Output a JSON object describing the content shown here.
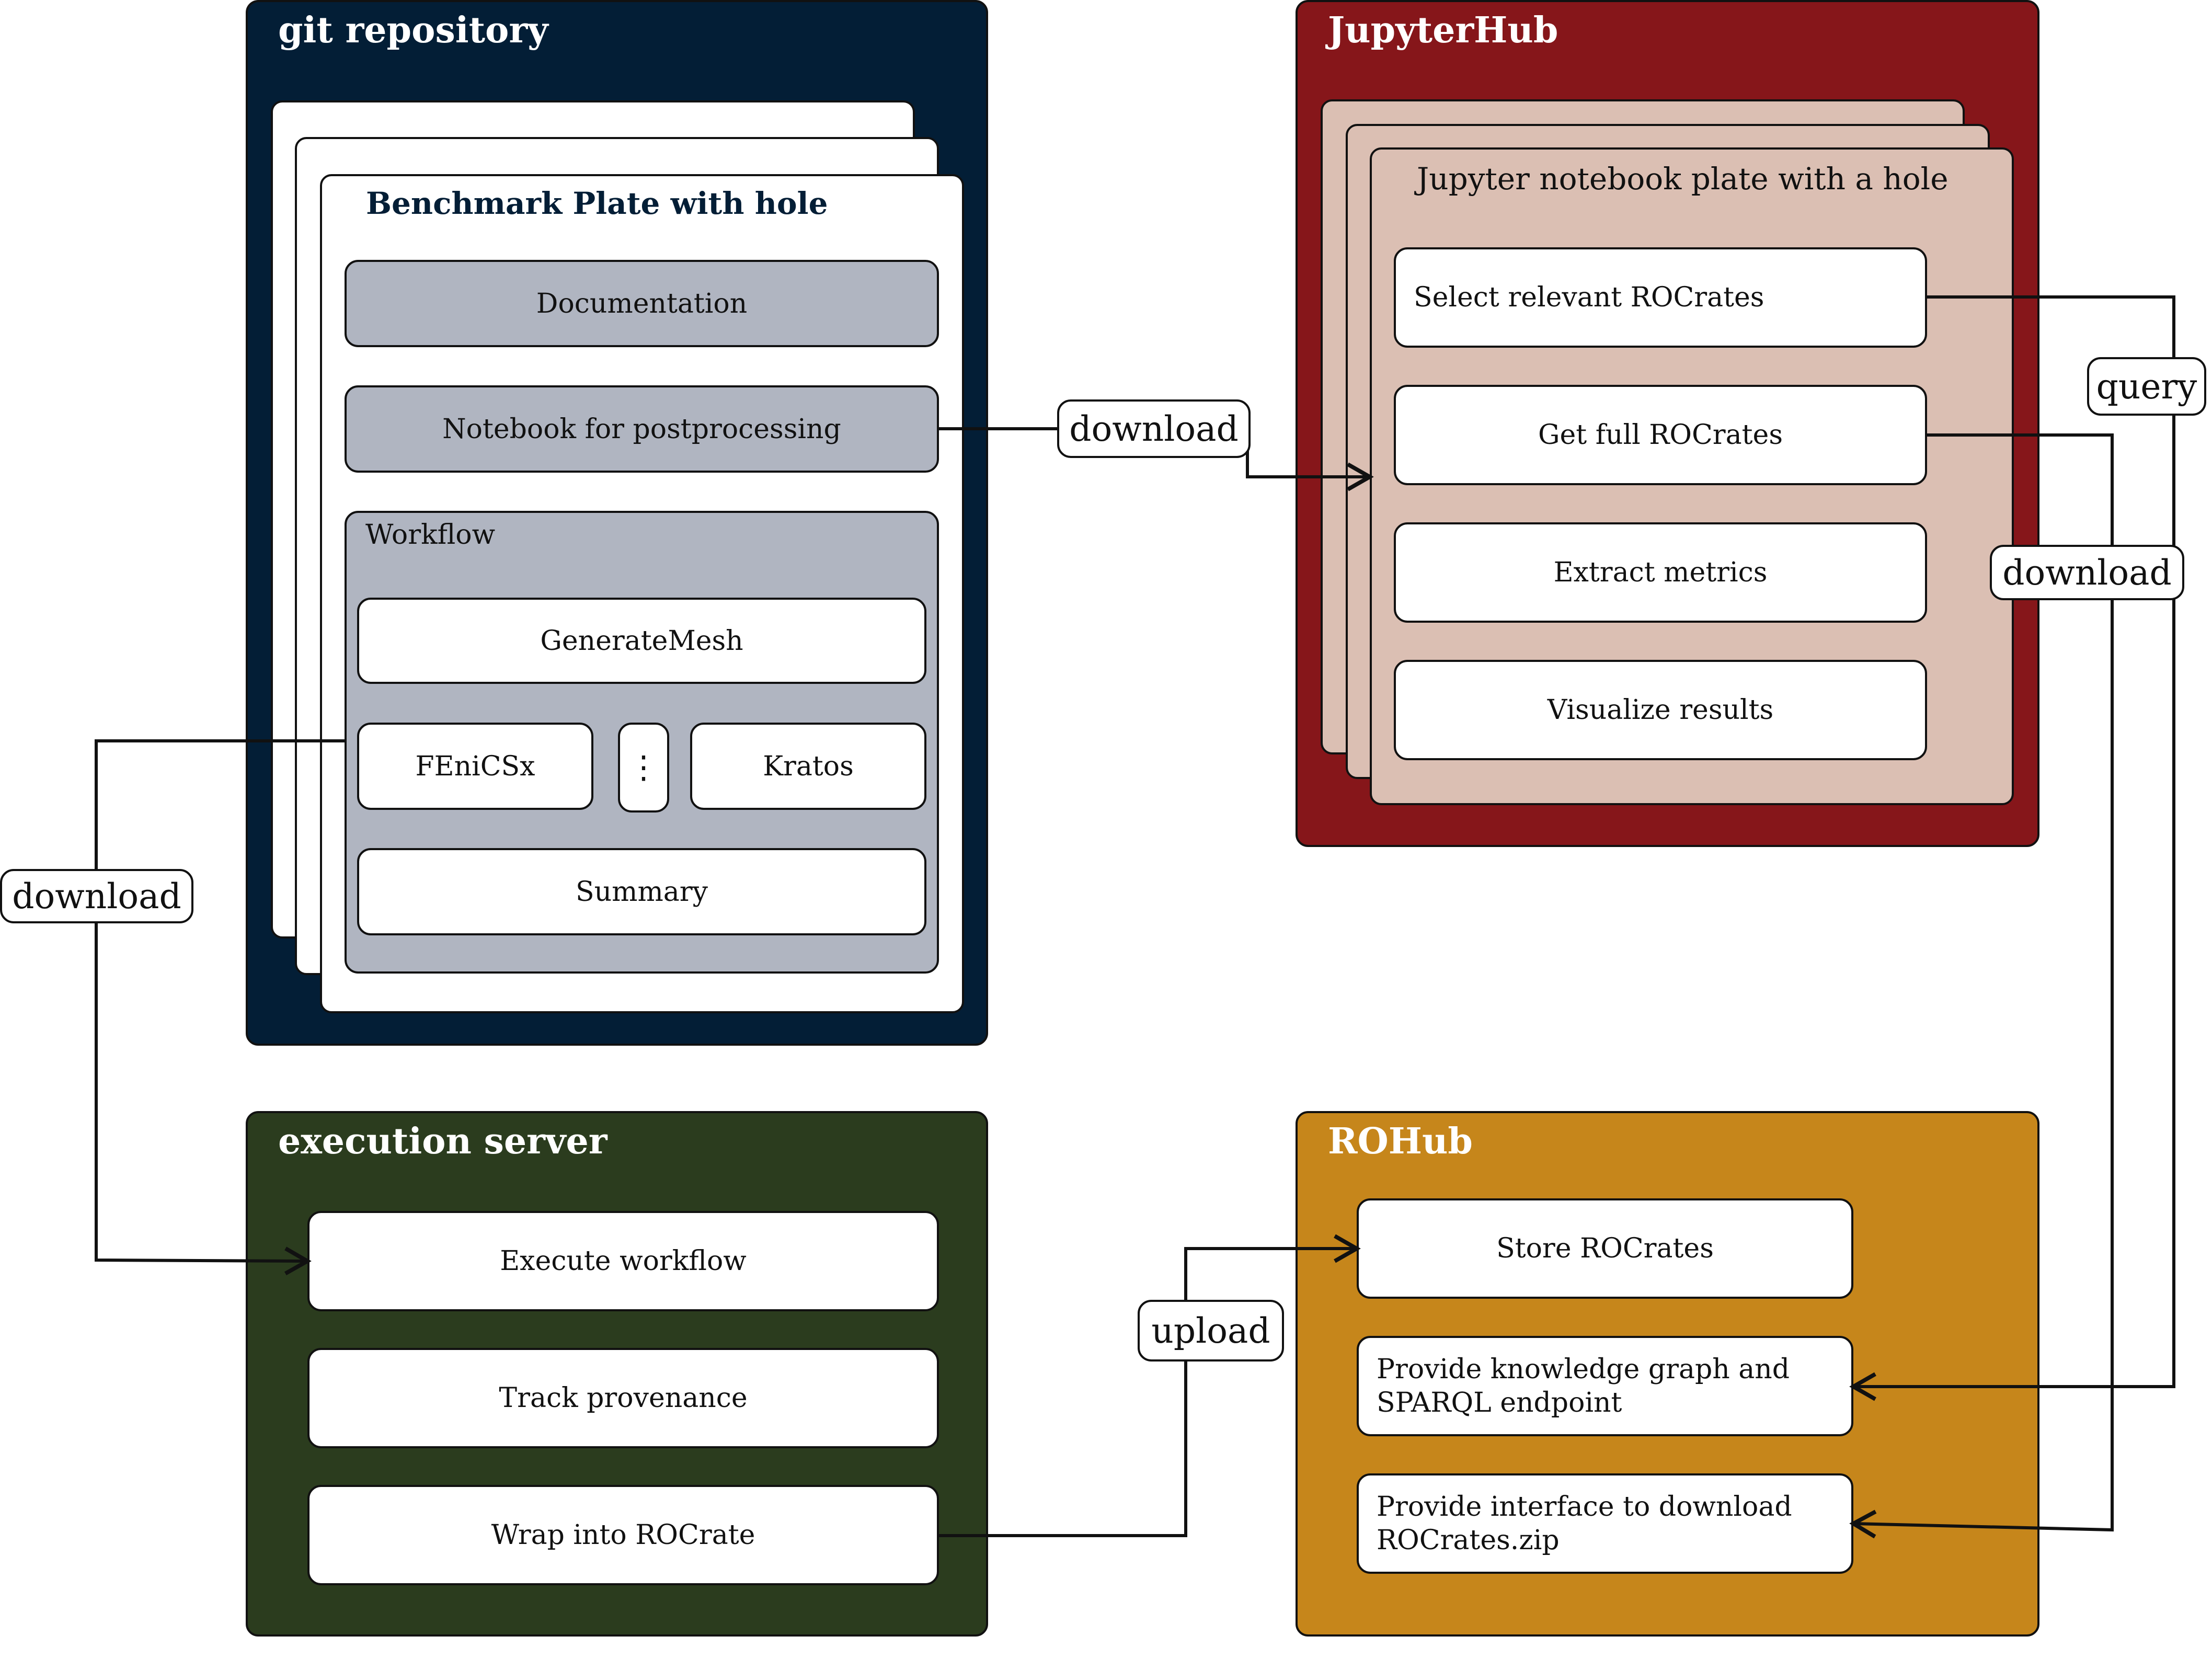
{
  "panels": {
    "git": {
      "title": "git repository",
      "color": "#031e36"
    },
    "jupyter": {
      "title": "JupyterHub",
      "color": "#86161a"
    },
    "execution": {
      "title": "execution server",
      "color": "#2b3c1e"
    },
    "rohub": {
      "title": "ROHub",
      "color": "#c6861b"
    }
  },
  "git": {
    "card_title": "Benchmark Plate with hole",
    "documentation": "Documentation",
    "notebook": "Notebook for postprocessing",
    "workflow": {
      "label": "Workflow",
      "generate_mesh": "GenerateMesh",
      "fenicsx": "FEniCSx",
      "ellipsis": "⋮",
      "kratos": "Kratos",
      "summary": "Summary"
    }
  },
  "jupyter": {
    "card_title": "Jupyter notebook plate with a hole",
    "card_color": "#dbbfb3",
    "steps": [
      "Select relevant ROCrates",
      "Get full ROCrates",
      "Extract metrics",
      "Visualize results"
    ]
  },
  "execution": {
    "steps": [
      "Execute workflow",
      "Track provenance",
      "Wrap into ROCrate"
    ]
  },
  "rohub": {
    "store": "Store ROCrates",
    "knowledge_graph": [
      "Provide knowledge graph and",
      "SPARQL endpoint"
    ],
    "interface": [
      "Provide interface to download",
      "ROCrates.zip"
    ]
  },
  "connectors": {
    "download_notebook": "download",
    "download_workflow": "download",
    "upload": "upload",
    "query": "query",
    "download_rocrates": "download"
  }
}
